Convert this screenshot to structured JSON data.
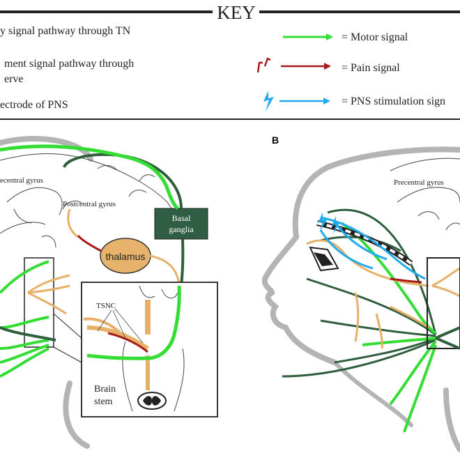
{
  "key": {
    "title": "KEY",
    "left_items": [
      {
        "text": "y signal pathway through TN"
      },
      {
        "text": "ment signal pathway through"
      },
      {
        "text": "erve"
      },
      {
        "text": "ectrode of PNS"
      }
    ],
    "right_items": [
      {
        "text": "= Motor signal",
        "color": "#33dd33"
      },
      {
        "text": "= Pain signal",
        "color": "#aa1a1a"
      },
      {
        "text": "= PNS stimulation sign",
        "color": "#22aaee"
      }
    ]
  },
  "panel_a": {
    "labels": {
      "precentral": "ecentral gyrus",
      "postcentral": "Postcentral gyrus",
      "thalamus": "thalamus",
      "basal_1": "Basal",
      "basal_2": "ganglia",
      "tsnc": "TSNC",
      "brain_1": "Brain",
      "brain_2": "stem"
    }
  },
  "panel_b": {
    "letter": "B",
    "labels": {
      "precentral": "Precentral gyrus"
    }
  },
  "colors": {
    "motor": "#33dd33",
    "dark_nerve": "#2f5e3c",
    "pain": "#aa1a1a",
    "pns": "#22aaee",
    "sensory": "#e6b068",
    "thalamus_fill": "#e7b36c",
    "basal_fill": "#2f5e44",
    "head_outline": "#b4b4b4"
  }
}
